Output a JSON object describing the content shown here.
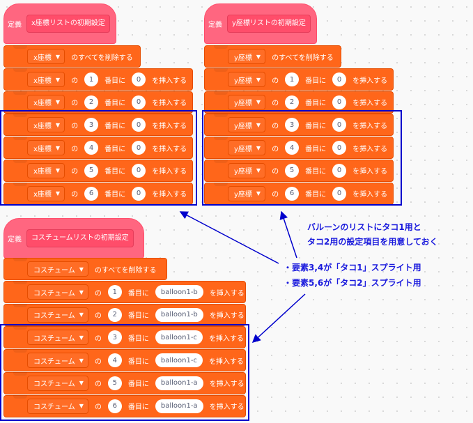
{
  "stacks": {
    "x": {
      "define": "定義",
      "proto": "x座標リストの初期設定",
      "delete_var": "x座標",
      "delete_text": "のすべてを削除する",
      "rows": [
        {
          "var": "x座標",
          "no": "の",
          "idx": "1",
          "at": "番目に",
          "val": "0",
          "ins": "を挿入する"
        },
        {
          "var": "x座標",
          "no": "の",
          "idx": "2",
          "at": "番目に",
          "val": "0",
          "ins": "を挿入する"
        },
        {
          "var": "x座標",
          "no": "の",
          "idx": "3",
          "at": "番目に",
          "val": "0",
          "ins": "を挿入する"
        },
        {
          "var": "x座標",
          "no": "の",
          "idx": "4",
          "at": "番目に",
          "val": "0",
          "ins": "を挿入する"
        },
        {
          "var": "x座標",
          "no": "の",
          "idx": "5",
          "at": "番目に",
          "val": "0",
          "ins": "を挿入する"
        },
        {
          "var": "x座標",
          "no": "の",
          "idx": "6",
          "at": "番目に",
          "val": "0",
          "ins": "を挿入する"
        }
      ]
    },
    "y": {
      "define": "定義",
      "proto": "y座標リストの初期設定",
      "delete_var": "y座標",
      "delete_text": "のすべてを削除する",
      "rows": [
        {
          "var": "y座標",
          "no": "の",
          "idx": "1",
          "at": "番目に",
          "val": "0",
          "ins": "を挿入する"
        },
        {
          "var": "y座標",
          "no": "の",
          "idx": "2",
          "at": "番目に",
          "val": "0",
          "ins": "を挿入する"
        },
        {
          "var": "y座標",
          "no": "の",
          "idx": "3",
          "at": "番目に",
          "val": "0",
          "ins": "を挿入する"
        },
        {
          "var": "y座標",
          "no": "の",
          "idx": "4",
          "at": "番目に",
          "val": "0",
          "ins": "を挿入する"
        },
        {
          "var": "y座標",
          "no": "の",
          "idx": "5",
          "at": "番目に",
          "val": "0",
          "ins": "を挿入する"
        },
        {
          "var": "y座標",
          "no": "の",
          "idx": "6",
          "at": "番目に",
          "val": "0",
          "ins": "を挿入する"
        }
      ]
    },
    "costume": {
      "define": "定義",
      "proto": "コスチュームリストの初期設定",
      "delete_var": "コスチューム",
      "delete_text": "のすべてを削除する",
      "rows": [
        {
          "var": "コスチューム",
          "no": "の",
          "idx": "1",
          "at": "番目に",
          "val": "balloon1-b",
          "ins": "を挿入する"
        },
        {
          "var": "コスチューム",
          "no": "の",
          "idx": "2",
          "at": "番目に",
          "val": "balloon1-b",
          "ins": "を挿入する"
        },
        {
          "var": "コスチューム",
          "no": "の",
          "idx": "3",
          "at": "番目に",
          "val": "balloon1-c",
          "ins": "を挿入する"
        },
        {
          "var": "コスチューム",
          "no": "の",
          "idx": "4",
          "at": "番目に",
          "val": "balloon1-c",
          "ins": "を挿入する"
        },
        {
          "var": "コスチューム",
          "no": "の",
          "idx": "5",
          "at": "番目に",
          "val": "balloon1-a",
          "ins": "を挿入する"
        },
        {
          "var": "コスチューム",
          "no": "の",
          "idx": "6",
          "at": "番目に",
          "val": "balloon1-a",
          "ins": "を挿入する"
        }
      ]
    }
  },
  "annotation": {
    "line1": "バルーンのリストにタコ1用と",
    "line2": "タコ2用の設定項目を用意しておく",
    "bullet1": "・要素3,4が「タコ1」スプライト用",
    "bullet2": "・要素5,6が「タコ2」スプライト用"
  },
  "colors": {
    "hat": "#ff6680",
    "block": "#ff661a",
    "annotation": "#0000cc"
  }
}
